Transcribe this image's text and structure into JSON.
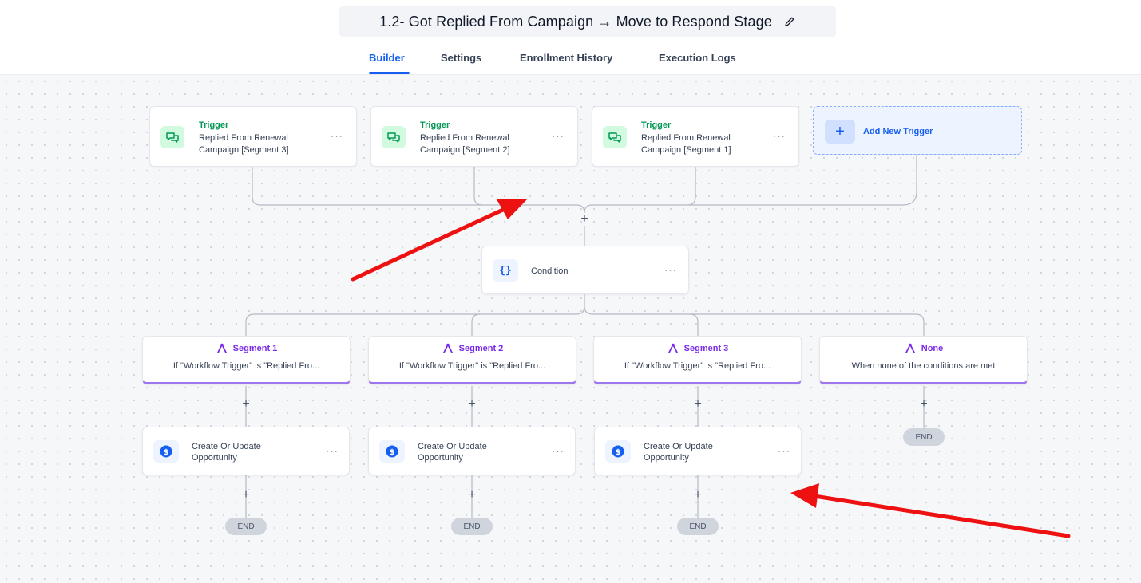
{
  "header": {
    "title": "1.2- Got Replied From Campaign → Move to Respond Stage",
    "edit_icon": "pencil-icon"
  },
  "tabs": [
    {
      "label": "Builder",
      "active": true
    },
    {
      "label": "Settings",
      "active": false
    },
    {
      "label": "Enrollment History",
      "active": false
    },
    {
      "label": "Execution Logs",
      "active": false
    }
  ],
  "triggers": [
    {
      "heading": "Trigger",
      "line1": "Replied From Renewal",
      "line2": "Campaign [Segment 3]",
      "icon": "chat-bubbles-icon"
    },
    {
      "heading": "Trigger",
      "line1": "Replied From Renewal",
      "line2": "Campaign [Segment 2]",
      "icon": "chat-bubbles-icon"
    },
    {
      "heading": "Trigger",
      "line1": "Replied From Renewal",
      "line2": "Campaign [Segment 1]",
      "icon": "chat-bubbles-icon"
    }
  ],
  "add_trigger": {
    "label": "Add New Trigger",
    "icon": "plus-icon"
  },
  "condition": {
    "label": "Condition",
    "icon": "braces-icon"
  },
  "segments": [
    {
      "title": "Segment 1",
      "description": "If \"Workflow Trigger\" is \"Replied Fro...",
      "icon": "branch-icon"
    },
    {
      "title": "Segment 2",
      "description": "If \"Workflow Trigger\" is \"Replied Fro...",
      "icon": "branch-icon"
    },
    {
      "title": "Segment 3",
      "description": "If \"Workflow Trigger\" is \"Replied Fro...",
      "icon": "branch-icon"
    },
    {
      "title": "None",
      "description": "When none of the conditions are met",
      "icon": "branch-icon"
    }
  ],
  "actions": [
    {
      "line1": "Create Or Update",
      "line2": "Opportunity",
      "icon": "dollar-icon"
    },
    {
      "line1": "Create Or Update",
      "line2": "Opportunity",
      "icon": "dollar-icon"
    },
    {
      "line1": "Create Or Update",
      "line2": "Opportunity",
      "icon": "dollar-icon"
    }
  ],
  "more_label": "···",
  "plus_label": "+",
  "end_label": "END",
  "colors": {
    "accent": "#155eef",
    "trigger_green": "#039855",
    "segment_purple": "#7a2ae8",
    "annotation_red": "#ee1111"
  }
}
